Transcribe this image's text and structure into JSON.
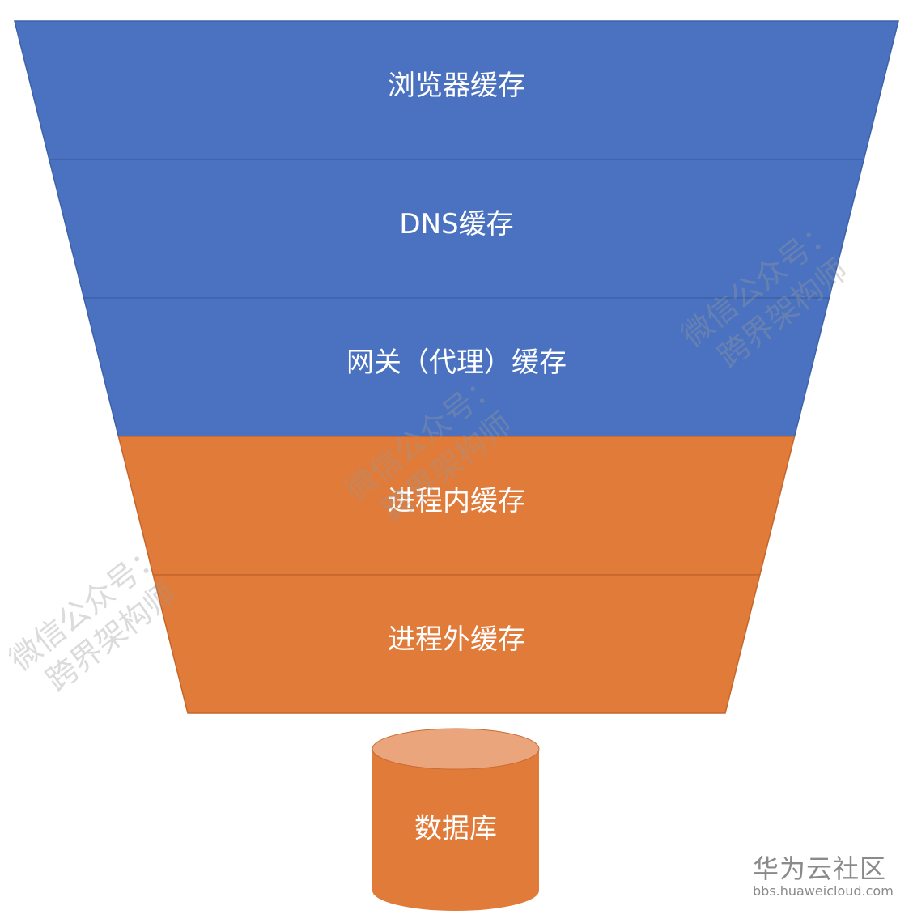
{
  "layers": [
    {
      "label": "浏览器缓存",
      "color": "#4a72c0"
    },
    {
      "label": "DNS缓存",
      "color": "#4a72c0"
    },
    {
      "label": "网关（代理）缓存",
      "color": "#4a72c0"
    },
    {
      "label": "进程内缓存",
      "color": "#e07b3a"
    },
    {
      "label": "进程外缓存",
      "color": "#e07b3a"
    }
  ],
  "database": {
    "label": "数据库",
    "color": "#e07b3a",
    "top_color": "#eba57c"
  },
  "watermark": {
    "line1": "微信公众号：",
    "line2": "跨界架构师"
  },
  "site_watermark": {
    "name": "华为云社区",
    "url": "bbs.huaweicloud.com"
  }
}
